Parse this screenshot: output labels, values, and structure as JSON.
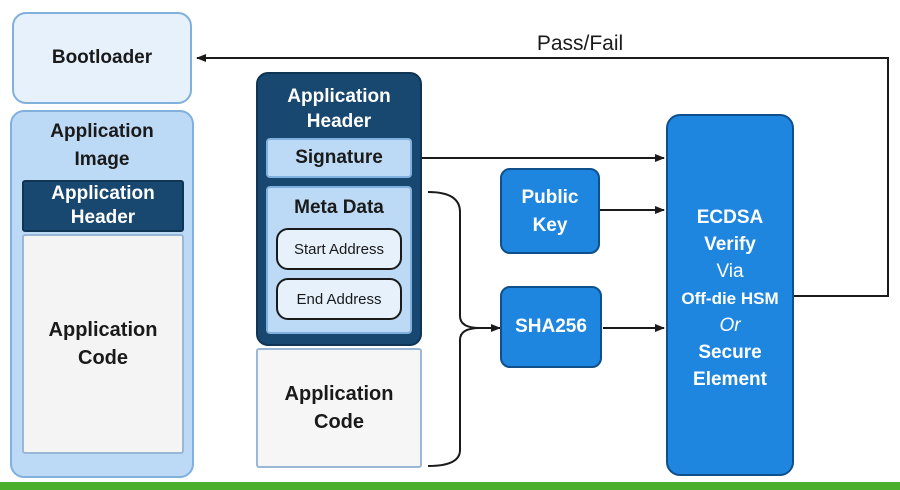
{
  "left": {
    "bootloader": "Bootloader",
    "image_title_1": "Application",
    "image_title_2": "Image",
    "header_1": "Application",
    "header_2": "Header",
    "code_1": "Application",
    "code_2": "Code"
  },
  "middle": {
    "header_title_1": "Application",
    "header_title_2": "Header",
    "signature": "Signature",
    "meta_data": "Meta Data",
    "start_address": "Start Address",
    "end_address": "End Address",
    "code_1": "Application",
    "code_2": "Code"
  },
  "right": {
    "public_key_1": "Public",
    "public_key_2": "Key",
    "sha256": "SHA256",
    "ecdsa_1": "ECDSA",
    "ecdsa_2": "Verify",
    "ecdsa_3": "Via",
    "ecdsa_4": "Off-die HSM",
    "ecdsa_5": "Or",
    "ecdsa_6": "Secure",
    "ecdsa_7": "Element"
  },
  "pass_fail": "Pass/Fail",
  "colors": {
    "light_blue": "#bcdaf5",
    "pale_blue": "#e6f1fb",
    "navy": "#18476f",
    "bright_blue": "#1f86e0",
    "green": "#4caf2c"
  }
}
